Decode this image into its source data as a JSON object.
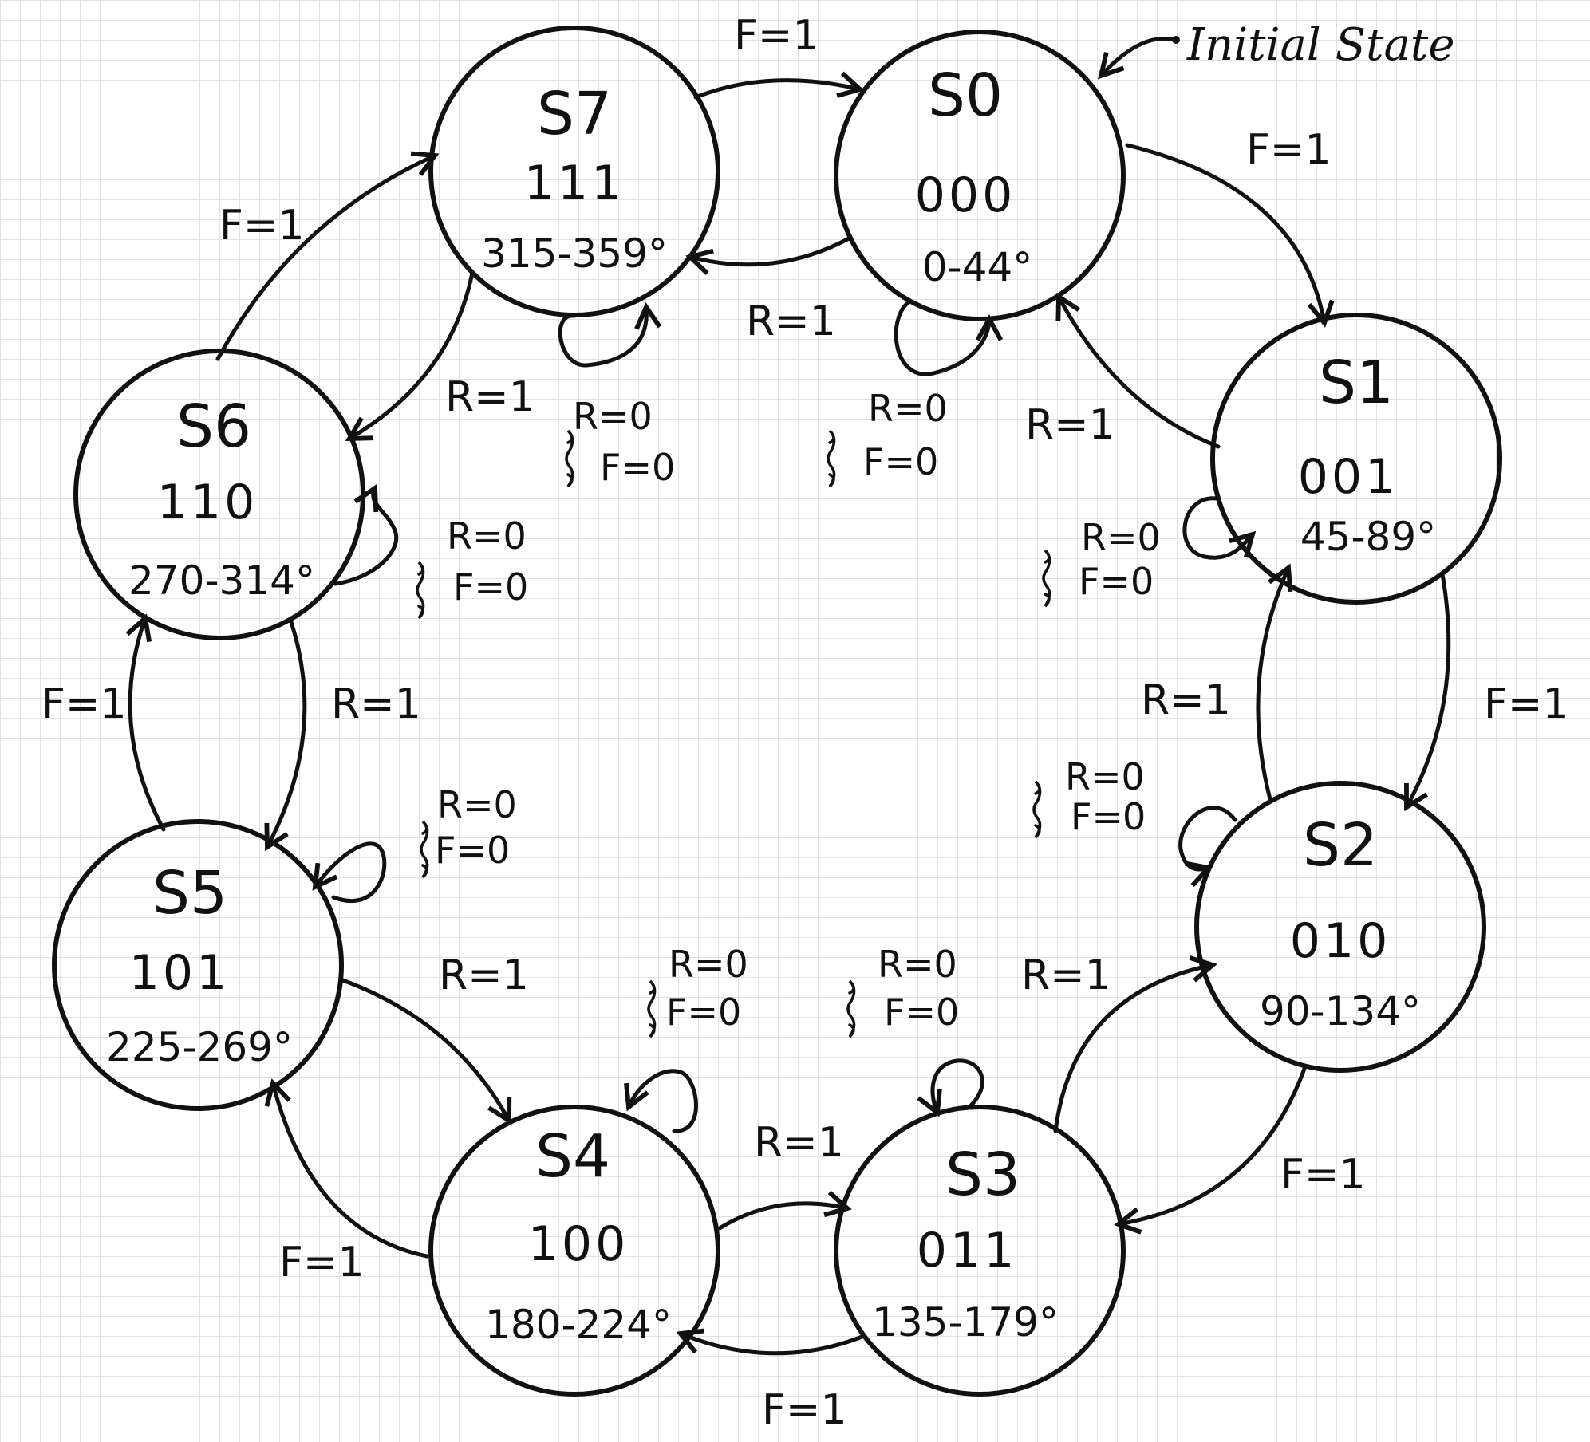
{
  "states": [
    {
      "name": "S0",
      "code": "000",
      "range": "0-44°"
    },
    {
      "name": "S1",
      "code": "001",
      "range": "45-89°"
    },
    {
      "name": "S2",
      "code": "010",
      "range": "90-134°"
    },
    {
      "name": "S3",
      "code": "011",
      "range": "135-179°"
    },
    {
      "name": "S4",
      "code": "100",
      "range": "180-224°"
    },
    {
      "name": "S5",
      "code": "101",
      "range": "225-269°"
    },
    {
      "name": "S6",
      "code": "110",
      "range": "270-314°"
    },
    {
      "name": "S7",
      "code": "111",
      "range": "315-359°"
    }
  ],
  "initial_state_label": "Initial State",
  "forward_label": "F=1",
  "reverse_label": "R=1",
  "hold_label_r": "R=0",
  "hold_label_f": "F=0",
  "forward_transitions": [
    {
      "from": "S0",
      "to": "S1"
    },
    {
      "from": "S1",
      "to": "S2"
    },
    {
      "from": "S2",
      "to": "S3"
    },
    {
      "from": "S3",
      "to": "S4"
    },
    {
      "from": "S4",
      "to": "S5"
    },
    {
      "from": "S5",
      "to": "S6"
    },
    {
      "from": "S6",
      "to": "S7"
    },
    {
      "from": "S7",
      "to": "S0"
    }
  ],
  "reverse_transitions": [
    {
      "from": "S1",
      "to": "S0"
    },
    {
      "from": "S2",
      "to": "S1"
    },
    {
      "from": "S3",
      "to": "S2"
    },
    {
      "from": "S4",
      "to": "S3"
    },
    {
      "from": "S5",
      "to": "S4"
    },
    {
      "from": "S6",
      "to": "S5"
    },
    {
      "from": "S7",
      "to": "S6"
    },
    {
      "from": "S0",
      "to": "S7"
    }
  ],
  "initial_state": "S0"
}
